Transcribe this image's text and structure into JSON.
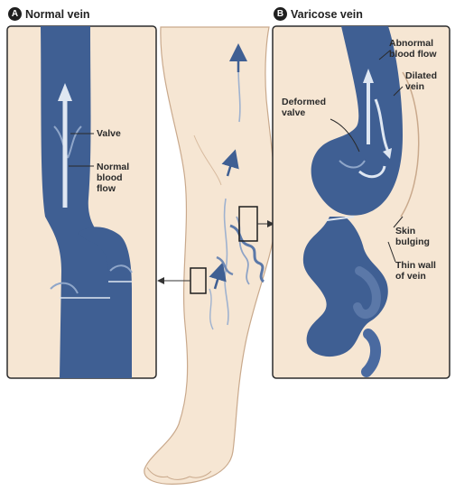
{
  "panel_a": {
    "badge": "A",
    "title": "Normal vein",
    "labels": {
      "valve": "Valve",
      "normal_blood_flow": [
        "Normal",
        "blood",
        "flow"
      ]
    }
  },
  "panel_b": {
    "badge": "B",
    "title": "Varicose vein",
    "labels": {
      "abnormal_blood_flow": [
        "Abnormal",
        "blood flow"
      ],
      "dilated_vein": [
        "Dilated",
        "vein"
      ],
      "deformed_valve": [
        "Deformed",
        "valve"
      ],
      "skin_bulging": [
        "Skin",
        "bulging"
      ],
      "thin_wall": [
        "Thin wall",
        "of vein"
      ]
    }
  },
  "colors": {
    "vein_fill": "#3f5f93",
    "vein_light": "#8fa6c9",
    "flow_arrow": "#dfe7f2",
    "skin": "#f6e6d3",
    "skin_outline": "#c9a98c",
    "panel_border": "#2c2c2c"
  }
}
